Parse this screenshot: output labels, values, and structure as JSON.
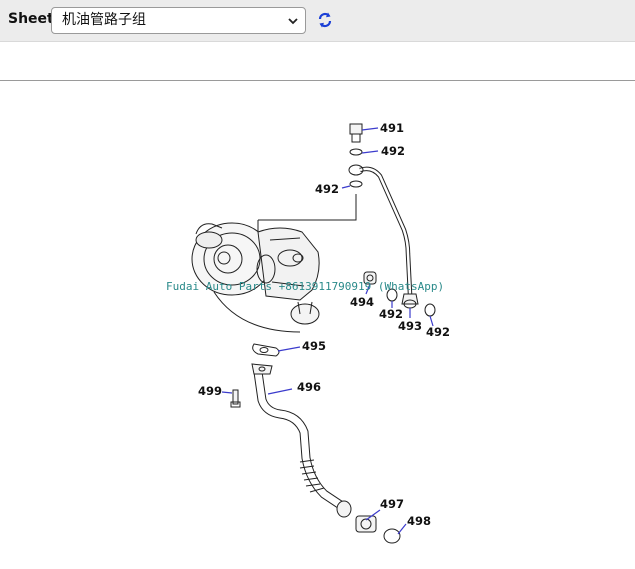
{
  "toolbar": {
    "sheet_label": "Sheet",
    "sheet_selected": "机油管路子组",
    "refresh_icon": "refresh-icon"
  },
  "diagram": {
    "callouts": [
      "491",
      "492",
      "492",
      "494",
      "492",
      "493",
      "492",
      "495",
      "499",
      "496",
      "497",
      "498"
    ],
    "watermark": "Fudai Auto Parts +8613911790919 (WhatsApp)"
  },
  "colors": {
    "leader": "#3b3bcc",
    "toolbar_bg": "#ececec",
    "refresh": "#1a3fd6"
  }
}
